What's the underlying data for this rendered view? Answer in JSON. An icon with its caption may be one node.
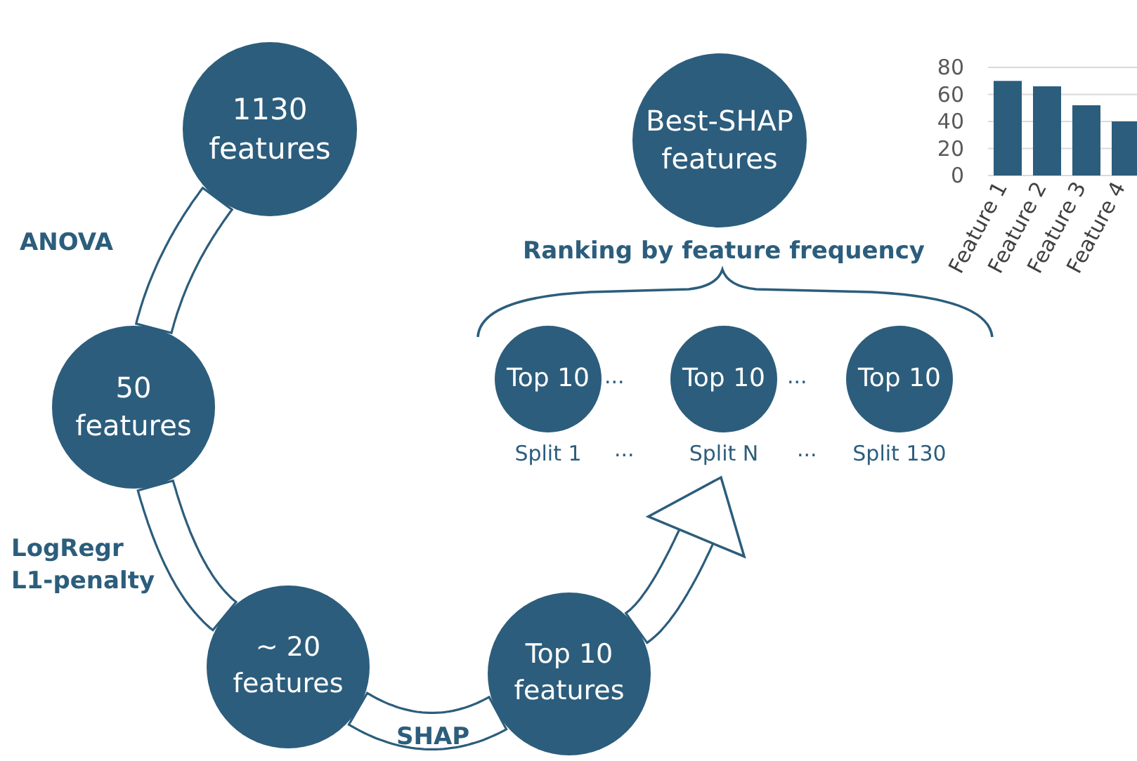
{
  "diagram": {
    "nodes": [
      {
        "text": [
          "1130 features"
        ]
      },
      {
        "text": [
          "50 features"
        ]
      },
      {
        "text": [
          "~ 20 features"
        ]
      },
      {
        "text": [
          "Top 10 features"
        ]
      },
      {
        "text": [
          "Top 10"
        ],
        "beside": [
          "Split 1"
        ]
      },
      {
        "text": [
          "Top 10"
        ],
        "beside": [
          "Split N"
        ]
      },
      {
        "text": [
          "Top 10"
        ],
        "beside": [
          "Split 130"
        ]
      },
      {
        "text": [
          "Best-SHAP features"
        ]
      }
    ],
    "edges": [
      {
        "from": 0,
        "to": 1,
        "arrow": "none",
        "label": "ANOVA"
      },
      {
        "from": 1,
        "to": 2,
        "arrow": "none",
        "label": "LogRegr L1-penalty"
      },
      {
        "from": 2,
        "to": 3,
        "arrow": "none",
        "label": "SHAP"
      },
      {
        "from": 3,
        "to": 5,
        "arrow": "to"
      }
    ],
    "labels": [
      "Ranking by feature frequency",
      "...",
      "...",
      "...",
      "..."
    ],
    "chart_data": {
      "type": "bar",
      "categories": [
        "Feature 1",
        "Feature 2",
        "Feature 3",
        "Feature 4"
      ],
      "series": [
        {
          "color": "#2c5d7c",
          "values": [
            70,
            66,
            52,
            40
          ]
        }
      ],
      "ylim": [
        0,
        80
      ],
      "yticks": [
        0,
        20,
        40,
        60,
        80
      ],
      "grid": true
    }
  }
}
